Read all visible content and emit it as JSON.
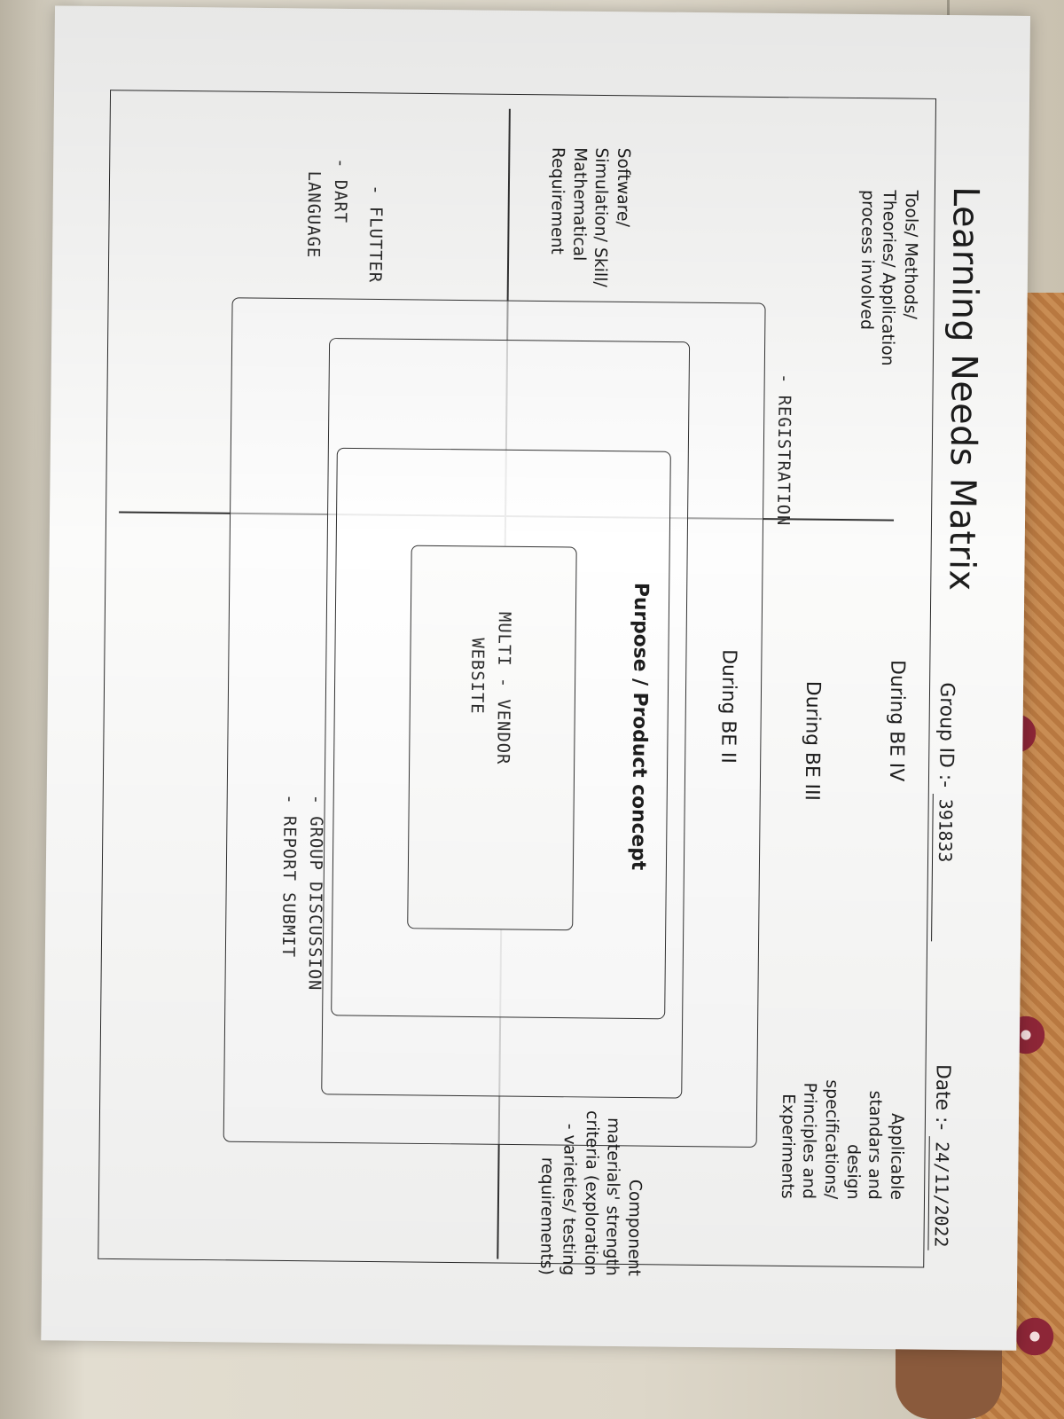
{
  "sheet": {
    "title": "Learning Needs Matrix",
    "group_id_label": "Group ID :-",
    "group_id_value": "391833",
    "date_label": "Date :-",
    "date_value": "24/11/2022"
  },
  "rings": {
    "be4": "During BE IV",
    "be3": "During BE III",
    "be2": "During BE II",
    "center": "Purpose / Product concept"
  },
  "quadrants": {
    "top_left": "Tools/ Methods/ Theories/ Application process involved",
    "top_right": "Applicable standars and design specifications/ Principles and Experiments",
    "bottom_left": "Software/ Simulation/ Skill/ Mathematical Requirement",
    "bottom_right": "Component materials' strength criteria (exploration - varieties/ testing requirements)"
  },
  "handwriting": {
    "center_line1": "MULTI - VENDOR",
    "center_line2": "WEBSITE",
    "registration": "- REGISTRATION",
    "group_discussion": "- GROUP DISCUSSION",
    "report_submit": "- REPORT SUBMIT",
    "flutter": "- FLUTTER",
    "dart_line1": "- DART",
    "dart_line2": "LANGUAGE"
  }
}
